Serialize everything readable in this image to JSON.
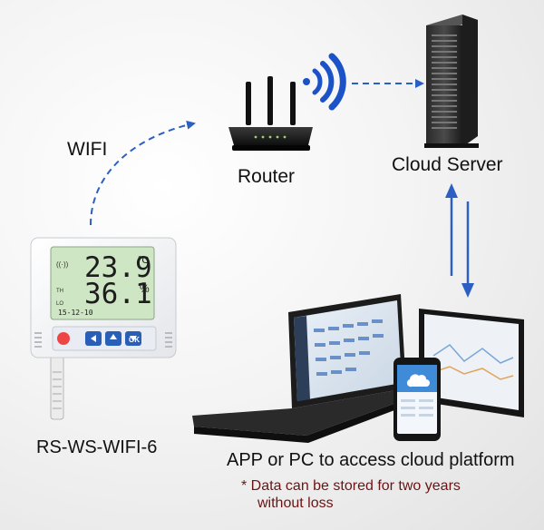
{
  "labels": {
    "wifi": "WIFI",
    "router": "Router",
    "cloud_server": "Cloud Server",
    "device": "RS-WS-WIFI-6",
    "platform": "APP or PC to access cloud platform",
    "note_line1": "* Data can be stored for two years",
    "note_line2": "without loss"
  },
  "device_screen": {
    "temperature": "23.9",
    "temperature_unit": "°C",
    "humidity": "36.1",
    "humidity_unit": "%",
    "date": "15-12-10",
    "ok_key": "OK"
  },
  "colors": {
    "arrow_blue": "#2b5fc4",
    "wifi_signal": "#1c52c8",
    "note_text": "#6a1414",
    "lcd_green": "#cfe6c4",
    "router_black": "#1a1a1a"
  }
}
